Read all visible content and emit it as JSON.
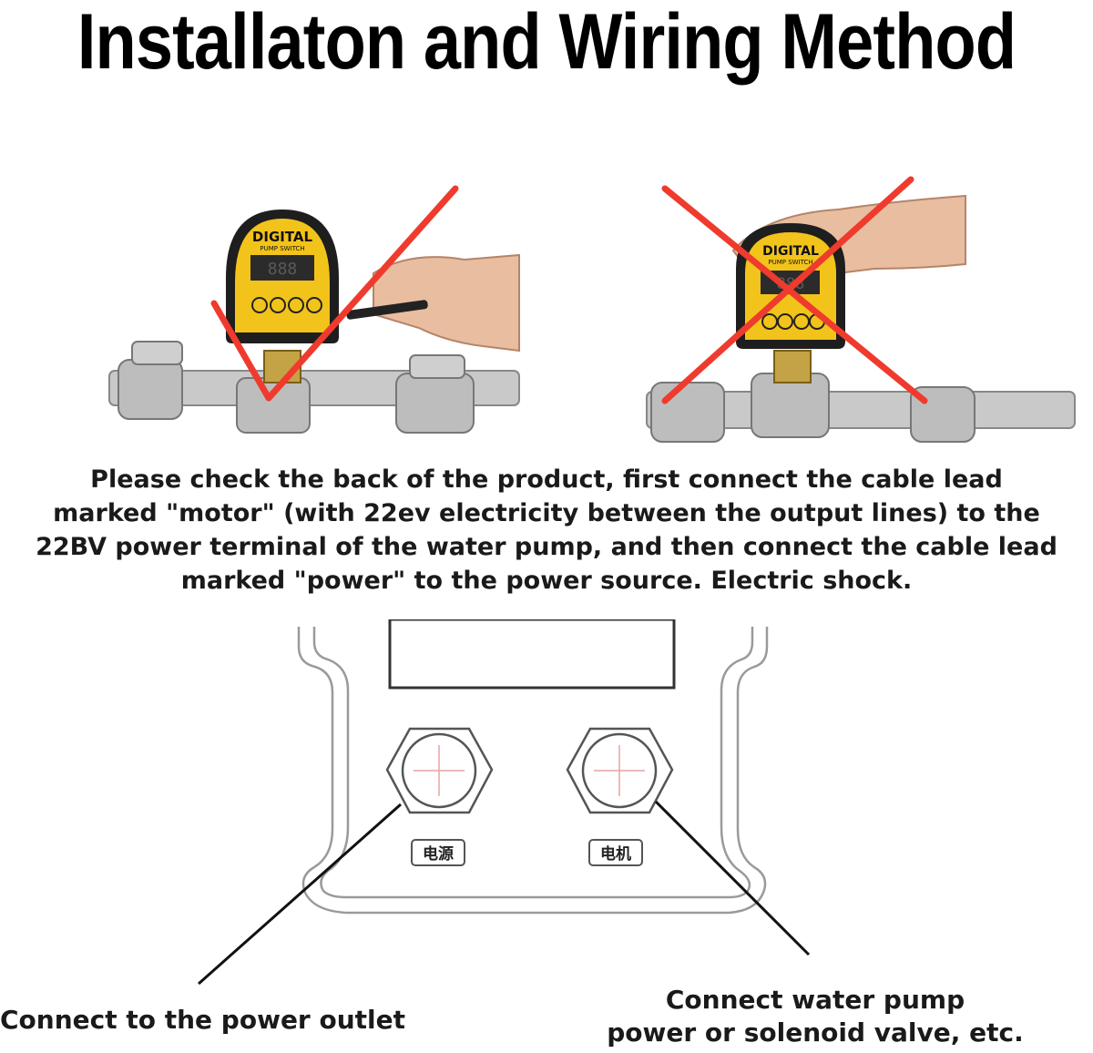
{
  "page": {
    "title": "Installaton and Wiring Method"
  },
  "photos": {
    "left": {
      "device_brand": "DIGITAL",
      "device_subtitle": "PUMP SWITCH",
      "display_digits": "888",
      "mark": "check",
      "mark_color": "#ef3b2d"
    },
    "right": {
      "device_brand": "DIGITAL",
      "device_subtitle": "PUMP SWITCH",
      "display_digits": "888",
      "mark": "cross",
      "mark_color": "#ef3b2d"
    }
  },
  "instructions": {
    "line1": "Please check the back of the product, first connect the cable lead",
    "line2": "marked \"motor\" (with 22ev electricity between the output lines) to the",
    "line3": "22BV power terminal of the water pump, and then connect the cable lead",
    "line4": "marked \"power\" to the power source. Electric shock."
  },
  "diagram": {
    "left_port_label": "电源",
    "right_port_label": "电机"
  },
  "callouts": {
    "left": "Connect to the power outlet",
    "right_line1": "Connect water pump",
    "right_line2": "power or solenoid valve, etc."
  },
  "colors": {
    "device_yellow": "#f2c31a",
    "mark_red": "#ef3b2d",
    "pipe_gray": "#b9b9b9"
  }
}
